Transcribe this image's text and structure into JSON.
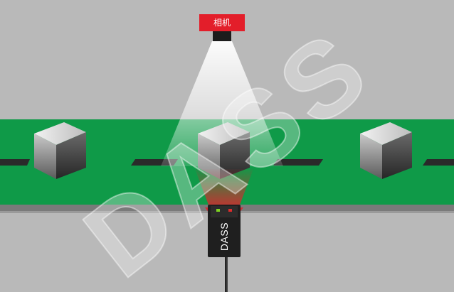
{
  "camera": {
    "label": "相机"
  },
  "sensor": {
    "label": "DASS"
  },
  "watermark": {
    "text": "DASS"
  },
  "colors": {
    "background": "#b9b9b9",
    "conveyor": "#0f9a48",
    "conveyor_edge": "#7f7f7f",
    "camera_housing": "#e31e2a",
    "camera_lens": "#1c1c1c",
    "sensor_body": "#1f1f1f",
    "laser": "#d9262d",
    "led_green": "#7ed321",
    "led_red": "#e02b2b"
  },
  "icons": [
    "camera-icon",
    "light-cone",
    "box-icon",
    "barcode-sensor-icon",
    "laser-beam"
  ]
}
